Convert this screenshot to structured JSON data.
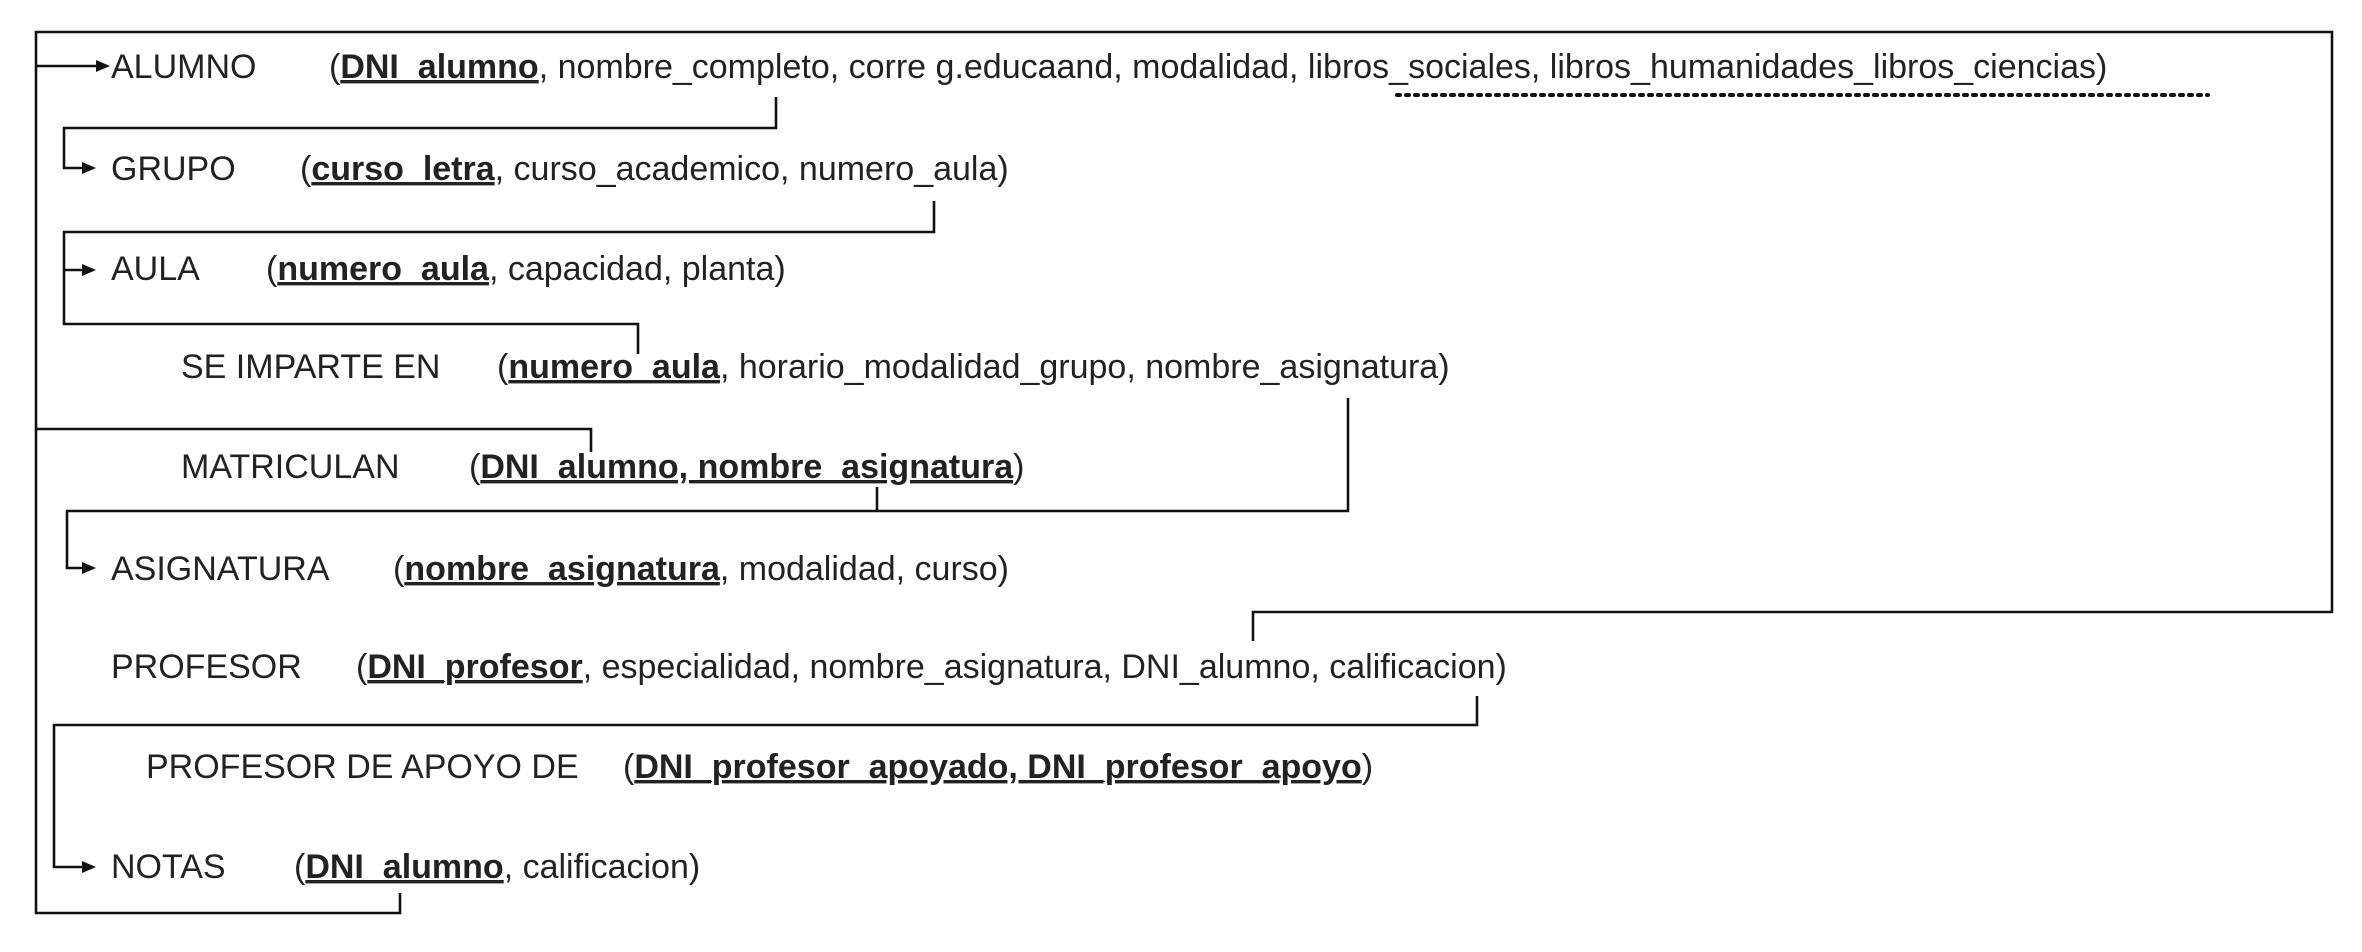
{
  "relations": [
    {
      "id": "alumno",
      "name": "ALUMNO",
      "attrs": [
        {
          "text": "DNI_alumno",
          "pk": true
        },
        {
          "text": ", nombre_completo, corre g.educaand, modalidad, ",
          "pk": false
        },
        {
          "text": "libros_sociales, libros_humanidades_libros_ciencias",
          "pk": false,
          "dotted": true
        }
      ]
    },
    {
      "id": "grupo",
      "name": "GRUPO",
      "attrs": [
        {
          "text": "curso_letra",
          "pk": true
        },
        {
          "text": ", curso_academico, numero_aula",
          "pk": false
        }
      ]
    },
    {
      "id": "aula",
      "name": "AULA",
      "attrs": [
        {
          "text": "numero_aula",
          "pk": true
        },
        {
          "text": ", capacidad, planta",
          "pk": false
        }
      ]
    },
    {
      "id": "se-imparte-en",
      "name": "SE IMPARTE EN",
      "attrs": [
        {
          "text": "numero_aula",
          "pk": true
        },
        {
          "text": ", horario_modalidad_grupo, nombre_asignatura",
          "pk": false
        }
      ]
    },
    {
      "id": "matriculan",
      "name": "MATRICULAN",
      "attrs": [
        {
          "text": "DNI_alumno, nombre_asignatura",
          "pk": true
        }
      ]
    },
    {
      "id": "asignatura",
      "name": "ASIGNATURA",
      "attrs": [
        {
          "text": "nombre_asignatura",
          "pk": true
        },
        {
          "text": ", modalidad, curso",
          "pk": false
        }
      ]
    },
    {
      "id": "profesor",
      "name": "PROFESOR",
      "attrs": [
        {
          "text": "DNI_profesor",
          "pk": true
        },
        {
          "text": ", especialidad, nombre_asignatura, DNI_alumno, calificacion",
          "pk": false
        }
      ]
    },
    {
      "id": "profesor-de-apoyo-de",
      "name": "PROFESOR DE APOYO DE",
      "attrs": [
        {
          "text": "DNI_profesor_apoyado, DNI_profesor_apoyo",
          "pk": true
        }
      ]
    },
    {
      "id": "notas",
      "name": "NOTAS",
      "attrs": [
        {
          "text": "DNI_alumno",
          "pk": true
        },
        {
          "text": ", calificacion",
          "pk": false
        }
      ]
    }
  ]
}
